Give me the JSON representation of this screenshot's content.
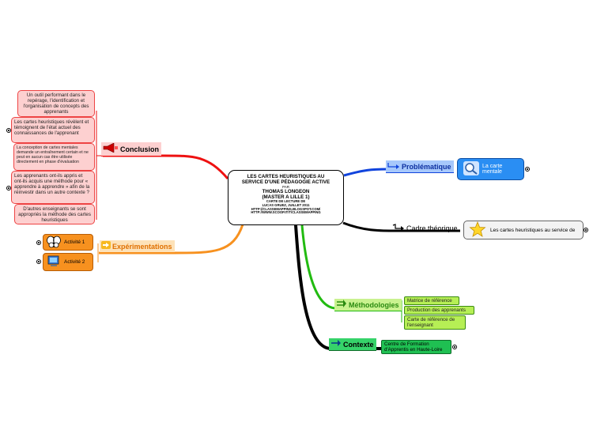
{
  "central": {
    "line1": "LES CARTES HEURISTIQUES AU",
    "line2": "SERVICE D'UNE PÉDAGOGIE ACTIVE",
    "line3": "PAR",
    "line4": "THOMAS LONGEON",
    "line5": "(MASTER A LILLE 1)",
    "line6": "CARTE DE LECTURE DE",
    "line7": "LUCAS GRUEZ, JUILLET 2011",
    "line8": "HTTP://CLASSEMAPPING.BLOGSPOT.COM/",
    "line9": "HTTP://WWW.SCOOP.IT/T/CLASSEMAPPING"
  },
  "branches": {
    "conclusion": {
      "label": "Conclusion",
      "color": "#ee1111",
      "icon": "megaphone-icon",
      "children": [
        "Un outil performant dans le repérage, l'identification et l'organisation de concepts des apprenants",
        "Les cartes heuristiques révèlent et témoignent de l'état actuel des connaissances de l'apprenant",
        "La conception de cartes mentales demande un entraînement certain et ne peut en aucun cas être utilisée directement en phase d'évaluation",
        "Les apprenants ont-ils appris et ont-ils acquis une méthode pour « apprendre à apprendre » afin de la réinvestir dans un autre contexte ?",
        "D'autres enseignants se sont appropriés la méthode des cartes heuristiques"
      ]
    },
    "experimentations": {
      "label": "Expérimentations",
      "color": "#f7911f",
      "icon": "arrow-right-icon",
      "children": [
        {
          "label": "Activité 1",
          "icon": "butterfly-icon"
        },
        {
          "label": "Activité 2",
          "icon": "computer-icon"
        }
      ]
    },
    "problematique": {
      "label": "Problématique",
      "color": "#1144dd",
      "icon": "turn-arrow-icon",
      "child": {
        "label": "La carte mentale",
        "icon": "magnifier-icon"
      }
    },
    "cadre": {
      "label": "Cadre théorique",
      "color": "#000000",
      "icon": "turn-arrow-icon",
      "child": {
        "label": "Les cartes heuristiques au service de",
        "icon": "star-icon"
      }
    },
    "methodologies": {
      "label": "Méthodologies",
      "color": "#22bb11",
      "icon": "double-arrow-icon",
      "children": [
        "Matrice de référence",
        "Production des apprenants",
        "Carte de référence de l'enseignant"
      ]
    },
    "contexte": {
      "label": "Contexte",
      "color": "#000000",
      "icon": "arrow-icon",
      "children": [
        "Centre de Formation d'Apprentis en Haute-Loire"
      ]
    }
  }
}
